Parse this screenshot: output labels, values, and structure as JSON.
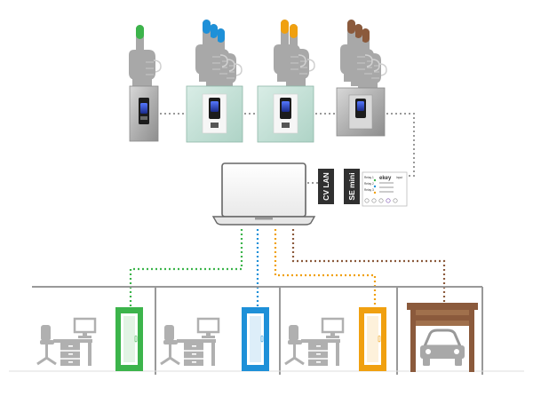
{
  "labels": {
    "cv_lan": "CV LAN",
    "se_mini": "SE mini"
  },
  "module": {
    "brand": "ekey",
    "rows": [
      "Relay 1",
      "Relay 2",
      "Relay 3"
    ],
    "input": "Input"
  },
  "hands": [
    {
      "fingers": 1,
      "finger_color": "#3cb44b"
    },
    {
      "fingers": 3,
      "finger_color": "#1e90d8"
    },
    {
      "fingers": 2,
      "finger_color": "#f0a010"
    },
    {
      "fingers": 3,
      "finger_color": "#8b5a3c"
    }
  ],
  "doors": [
    {
      "color": "#3cb44b"
    },
    {
      "color": "#1e90d8"
    },
    {
      "color": "#f0a010"
    }
  ],
  "colors": {
    "green": "#3cb44b",
    "blue": "#1e90d8",
    "orange": "#f0a010",
    "brown": "#8b5a3c",
    "gray": "#999999",
    "dark_gray": "#555555",
    "furniture": "#b0b0b0",
    "hand": "#a8a8a8"
  }
}
